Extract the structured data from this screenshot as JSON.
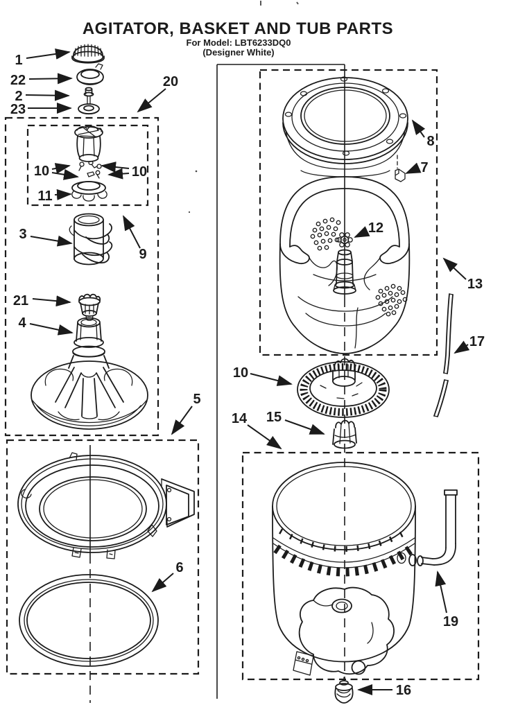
{
  "page": {
    "title": "AGITATOR, BASKET AND TUB PARTS",
    "model_line": "For Model: LBT6233DQ0",
    "finish_line": "(Designer White)"
  },
  "diagram": {
    "ink_color": "#1b1b1b",
    "background_color": "#ffffff",
    "callouts": [
      {
        "number": "1"
      },
      {
        "number": "22"
      },
      {
        "number": "2"
      },
      {
        "number": "23"
      },
      {
        "number": "20"
      },
      {
        "number": "10"
      },
      {
        "number": "10"
      },
      {
        "number": "11"
      },
      {
        "number": "9"
      },
      {
        "number": "3"
      },
      {
        "number": "21"
      },
      {
        "number": "4"
      },
      {
        "number": "5"
      },
      {
        "number": "6"
      },
      {
        "number": "8"
      },
      {
        "number": "7"
      },
      {
        "number": "13"
      },
      {
        "number": "12"
      },
      {
        "number": "17"
      },
      {
        "number": "10"
      },
      {
        "number": "14"
      },
      {
        "number": "15"
      },
      {
        "number": "19"
      },
      {
        "number": "16"
      }
    ]
  }
}
